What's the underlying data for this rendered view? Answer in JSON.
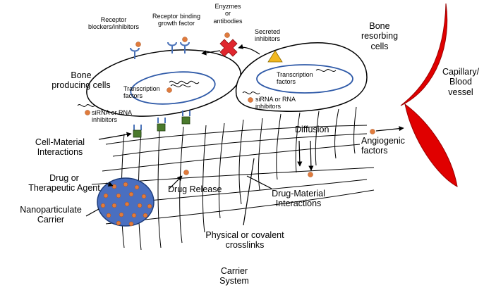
{
  "labels": {
    "enzymes": "Enyzmes\nor\nantibodies",
    "receptor_blockers": "Receptor\nblockers/inhibitors",
    "receptor_binding": "Receptor binding\ngrowth factor",
    "secreted_inhibitors": "Secreted\ninhibitors",
    "bone_resorbing": "Bone\nresorbing\ncells",
    "capillary": "Capillary/\nBlood\nvessel",
    "bone_producing": "Bone\nproducing cells",
    "transcription_left": "Transcription\nfactors",
    "transcription_right": "Transcription\nfactors",
    "sirna_left": "siRNA or RNA\ninhibitors",
    "sirna_right": "siRNA or RNA\ninhibitors",
    "diffusion": "Diffusion",
    "angiogenic": "Angiogenic\nfactors",
    "cell_material": "Cell-Material\nInteractions",
    "drug_agent": "Drug or\nTherapeutic Agent",
    "drug_release": "Drug Release",
    "drug_material": "Drug-Material\nInteractions",
    "nanoparticulate": "Nanoparticulate\nCarrier",
    "crosslinks": "Physical or covalent\ncrosslinks",
    "carrier_system": "Carrier\nSystem"
  },
  "colors": {
    "nucleus_outline": "#2f5aa8",
    "receptor": "#4a72b8",
    "particle": "#e07b3c",
    "inhibitor_cross": "#e0262e",
    "secreted_triangle": "#f2b81f",
    "integrin_square": "#4a7a2c",
    "nanocarrier_fill": "#4a6fc0",
    "blood_vessel": "#e00000"
  }
}
